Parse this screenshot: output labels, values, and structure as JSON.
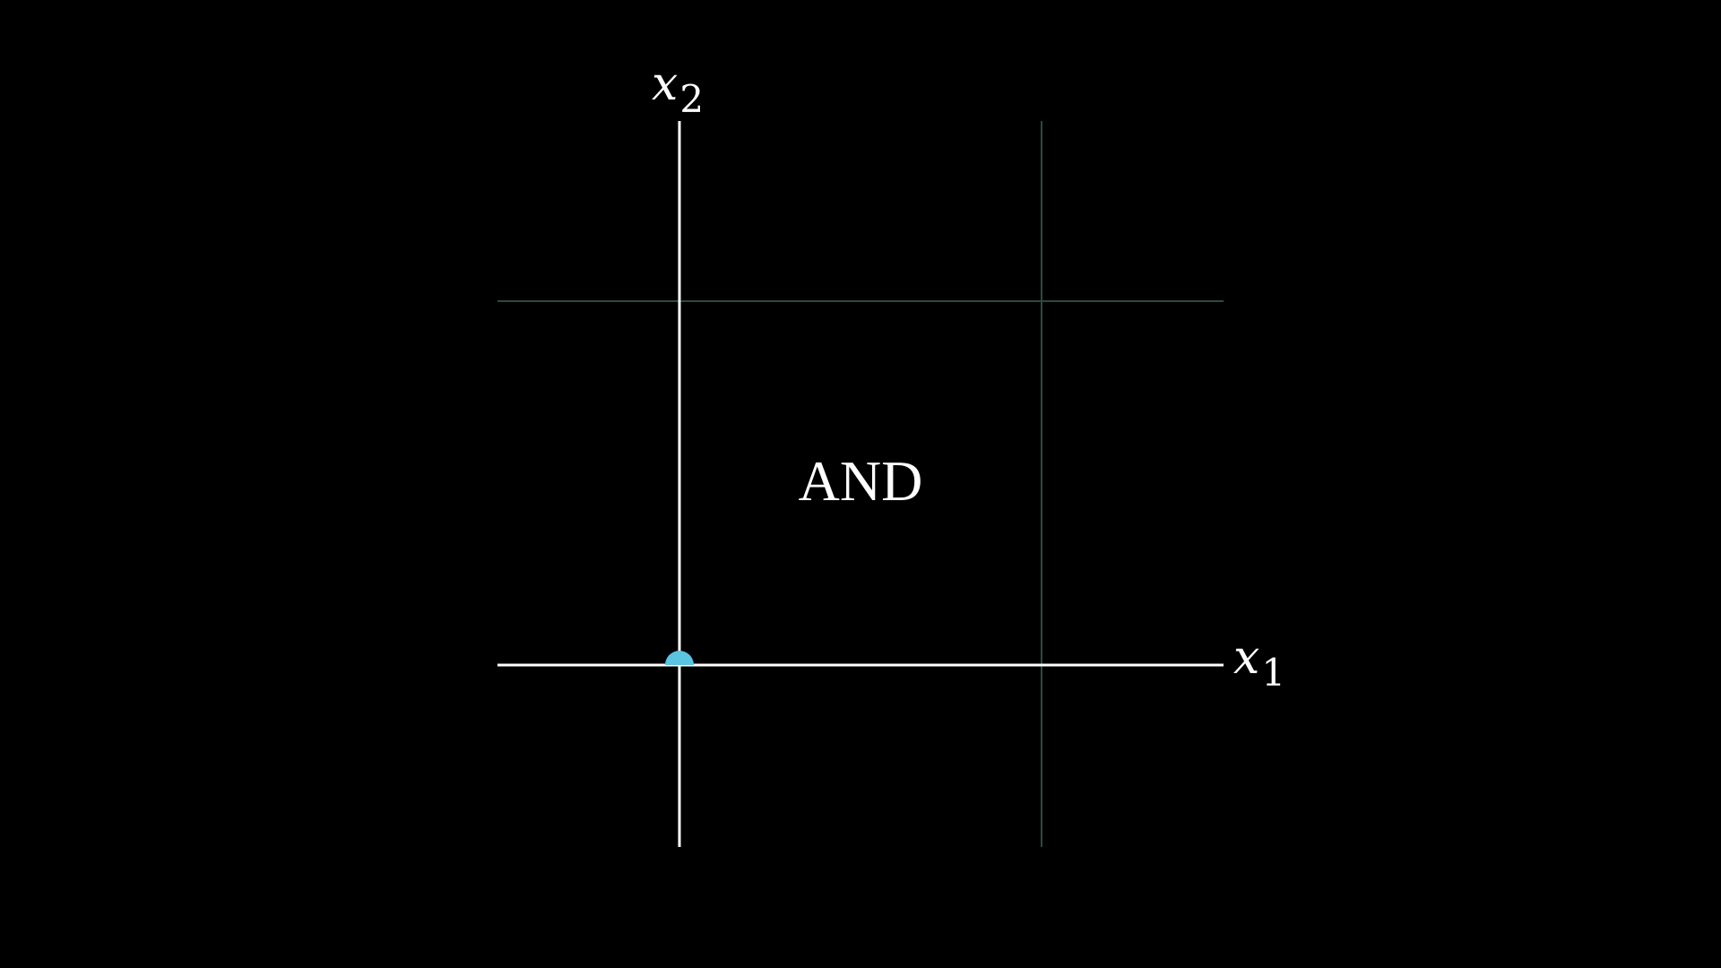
{
  "diagram": {
    "gate_label": "AND",
    "axes": {
      "x1": {
        "variable": "x",
        "subscript": "1"
      },
      "x2": {
        "variable": "x",
        "subscript": "2"
      }
    },
    "colors": {
      "background": "#000000",
      "axis": "#ffffff",
      "grid": "#2a4a40",
      "point": "#5bc4e0"
    },
    "marker_shape": "half-circle"
  }
}
